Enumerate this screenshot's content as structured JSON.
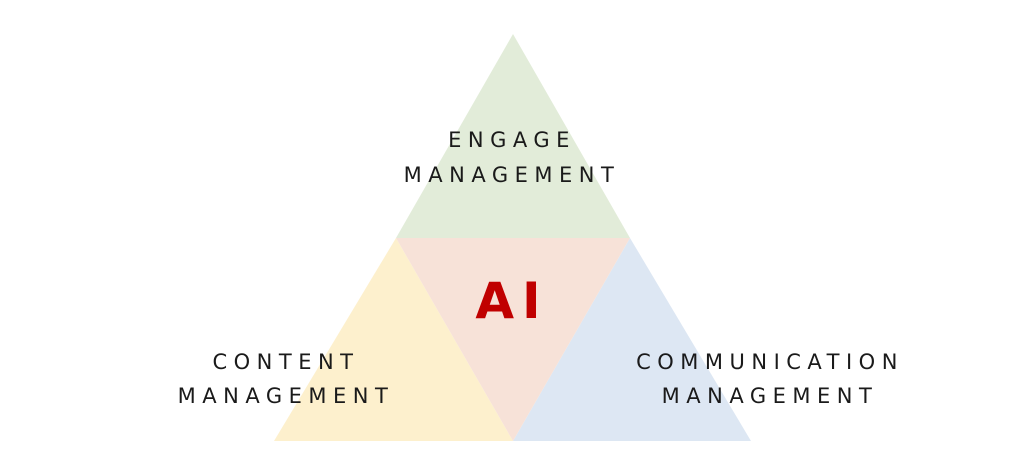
{
  "colors": {
    "top": "#e2ecd9",
    "left": "#fdf0cd",
    "right": "#dde7f3",
    "center": "#f7e2d8",
    "center_text": "#c00000",
    "label_text": "#1a1a1a"
  },
  "triangles": {
    "top": {
      "line1": "ENGAGE",
      "line2": "MANAGEMENT"
    },
    "left": {
      "line1": "CONTENT",
      "line2": "MANAGEMENT"
    },
    "right": {
      "line1": "COMMUNICATION",
      "line2": "MANAGEMENT"
    },
    "center": {
      "label": "AI"
    }
  }
}
